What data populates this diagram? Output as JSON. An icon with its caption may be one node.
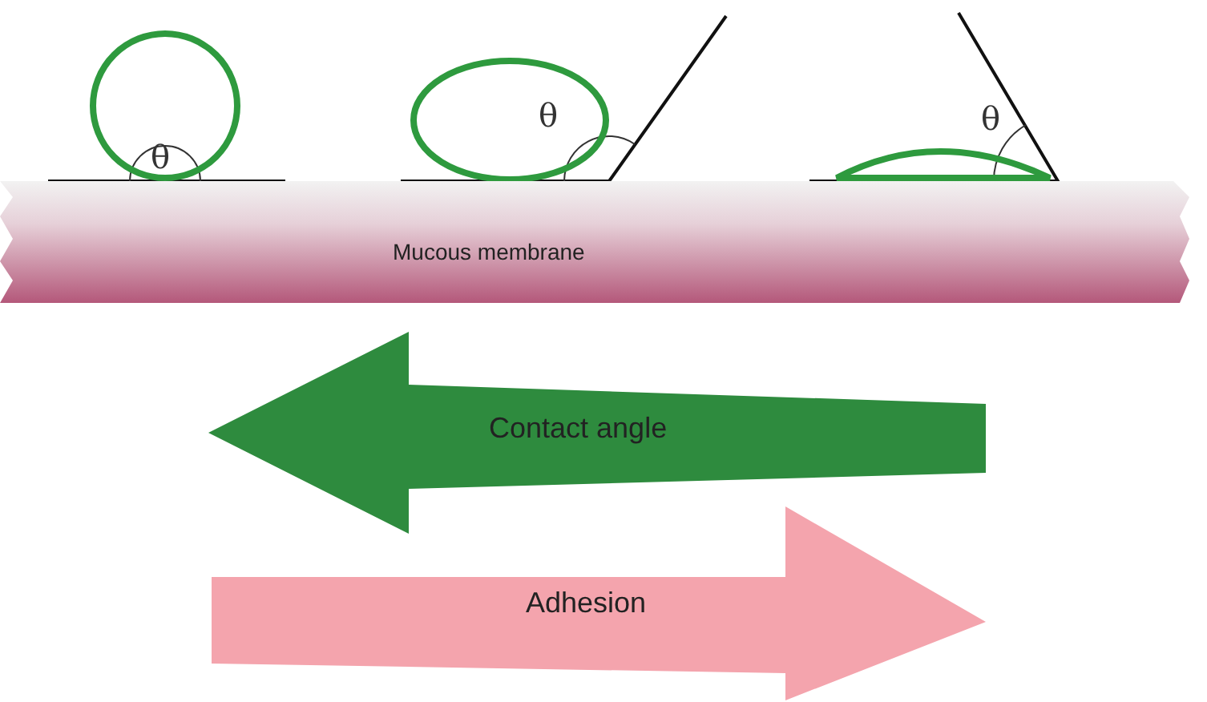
{
  "diagram": {
    "nodes": [
      {
        "text": [
          "Mucous membrane"
        ]
      },
      {
        "text": [
          "Contact angle"
        ]
      },
      {
        "text": [
          "Adhesion"
        ]
      }
    ],
    "labels": [
      "θ",
      "θ",
      "θ"
    ]
  }
}
